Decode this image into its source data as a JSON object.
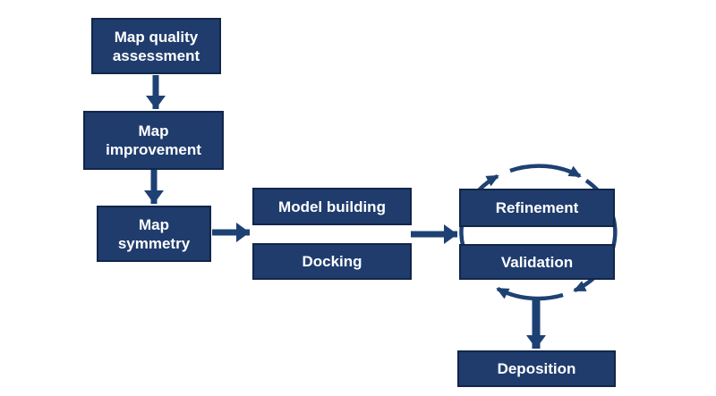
{
  "colors": {
    "box_fill": "#1f3c6d",
    "box_border": "#122649",
    "connector": "#1e4173",
    "text": "#ffffff",
    "background": "#ffffff"
  },
  "nodes": [
    {
      "id": "map-quality-assessment",
      "label": "Map quality\nassessment"
    },
    {
      "id": "map-improvement",
      "label": "Map\nimprovement"
    },
    {
      "id": "map-symmetry",
      "label": "Map\nsymmetry"
    },
    {
      "id": "model-building",
      "label": "Model building"
    },
    {
      "id": "docking",
      "label": "Docking"
    },
    {
      "id": "refinement",
      "label": "Refinement"
    },
    {
      "id": "validation",
      "label": "Validation"
    },
    {
      "id": "deposition",
      "label": "Deposition"
    }
  ],
  "edges": [
    {
      "from": "Map quality assessment",
      "to": "Map improvement",
      "type": "arrow"
    },
    {
      "from": "Map improvement",
      "to": "Map symmetry",
      "type": "arrow"
    },
    {
      "from": "Map symmetry",
      "to": "Model building / Docking",
      "type": "arrow"
    },
    {
      "from": "Model building / Docking",
      "to": "Refinement / Validation",
      "type": "arrow"
    },
    {
      "from": "Refinement",
      "to": "Validation",
      "type": "cycle"
    },
    {
      "from": "Refinement / Validation",
      "to": "Deposition",
      "type": "arrow"
    }
  ]
}
